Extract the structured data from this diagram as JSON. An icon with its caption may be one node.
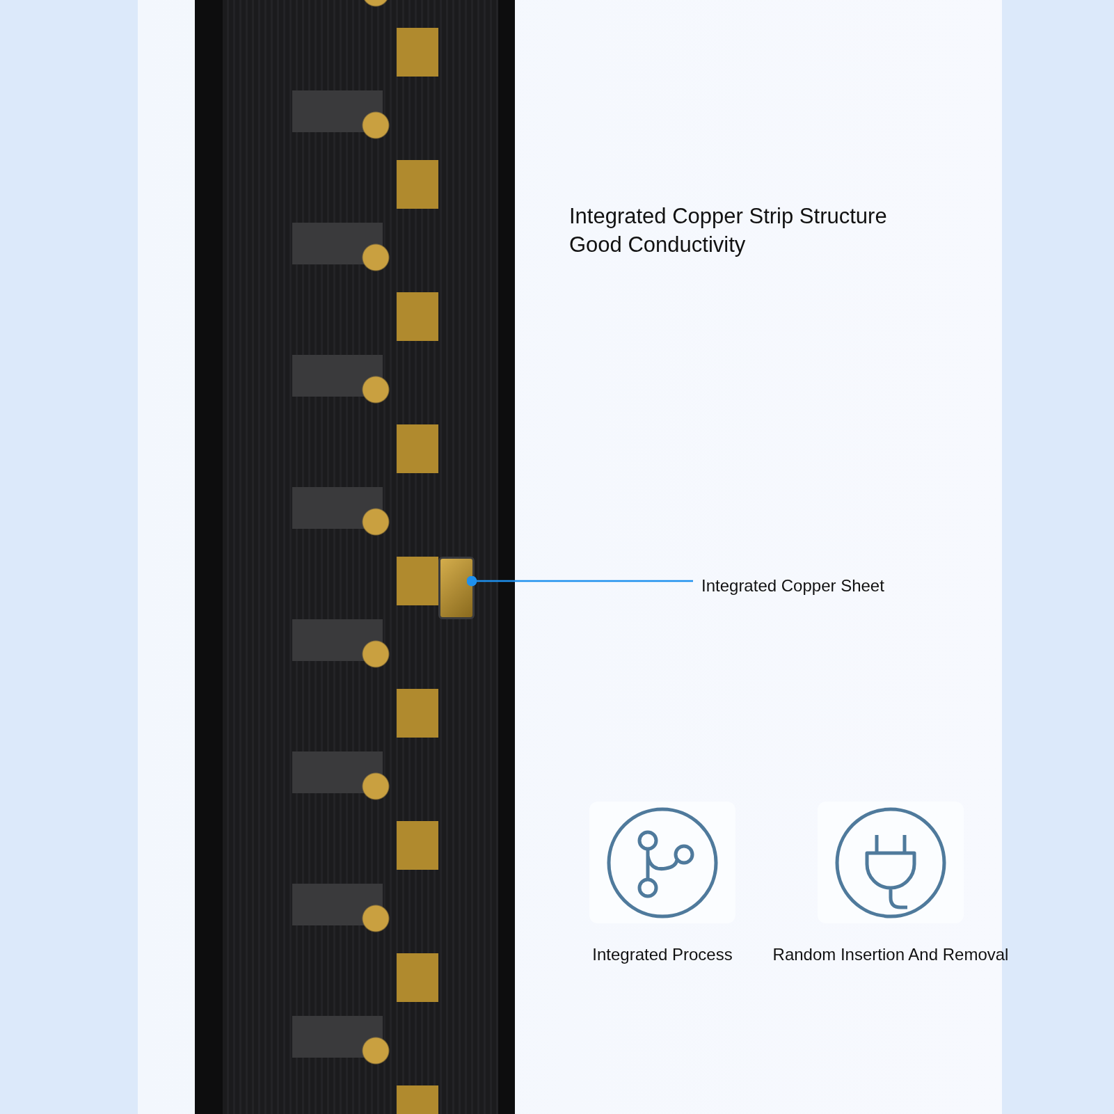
{
  "diagram": {
    "title": "Integrated Copper Strip Structure Good Conductivity",
    "nodes": [
      {
        "text": [],
        "shape": "picture"
      },
      {
        "text": [],
        "shape": "picture",
        "in": 0
      },
      {
        "text": [
          "Integrated Copper Sheet"
        ]
      },
      {
        "text": [
          "Integrated Process"
        ]
      },
      {
        "text": [
          "Random Insertion And Removal"
        ]
      }
    ],
    "edges": [
      {
        "from": 2,
        "to": 1,
        "arrow": "other"
      }
    ]
  }
}
